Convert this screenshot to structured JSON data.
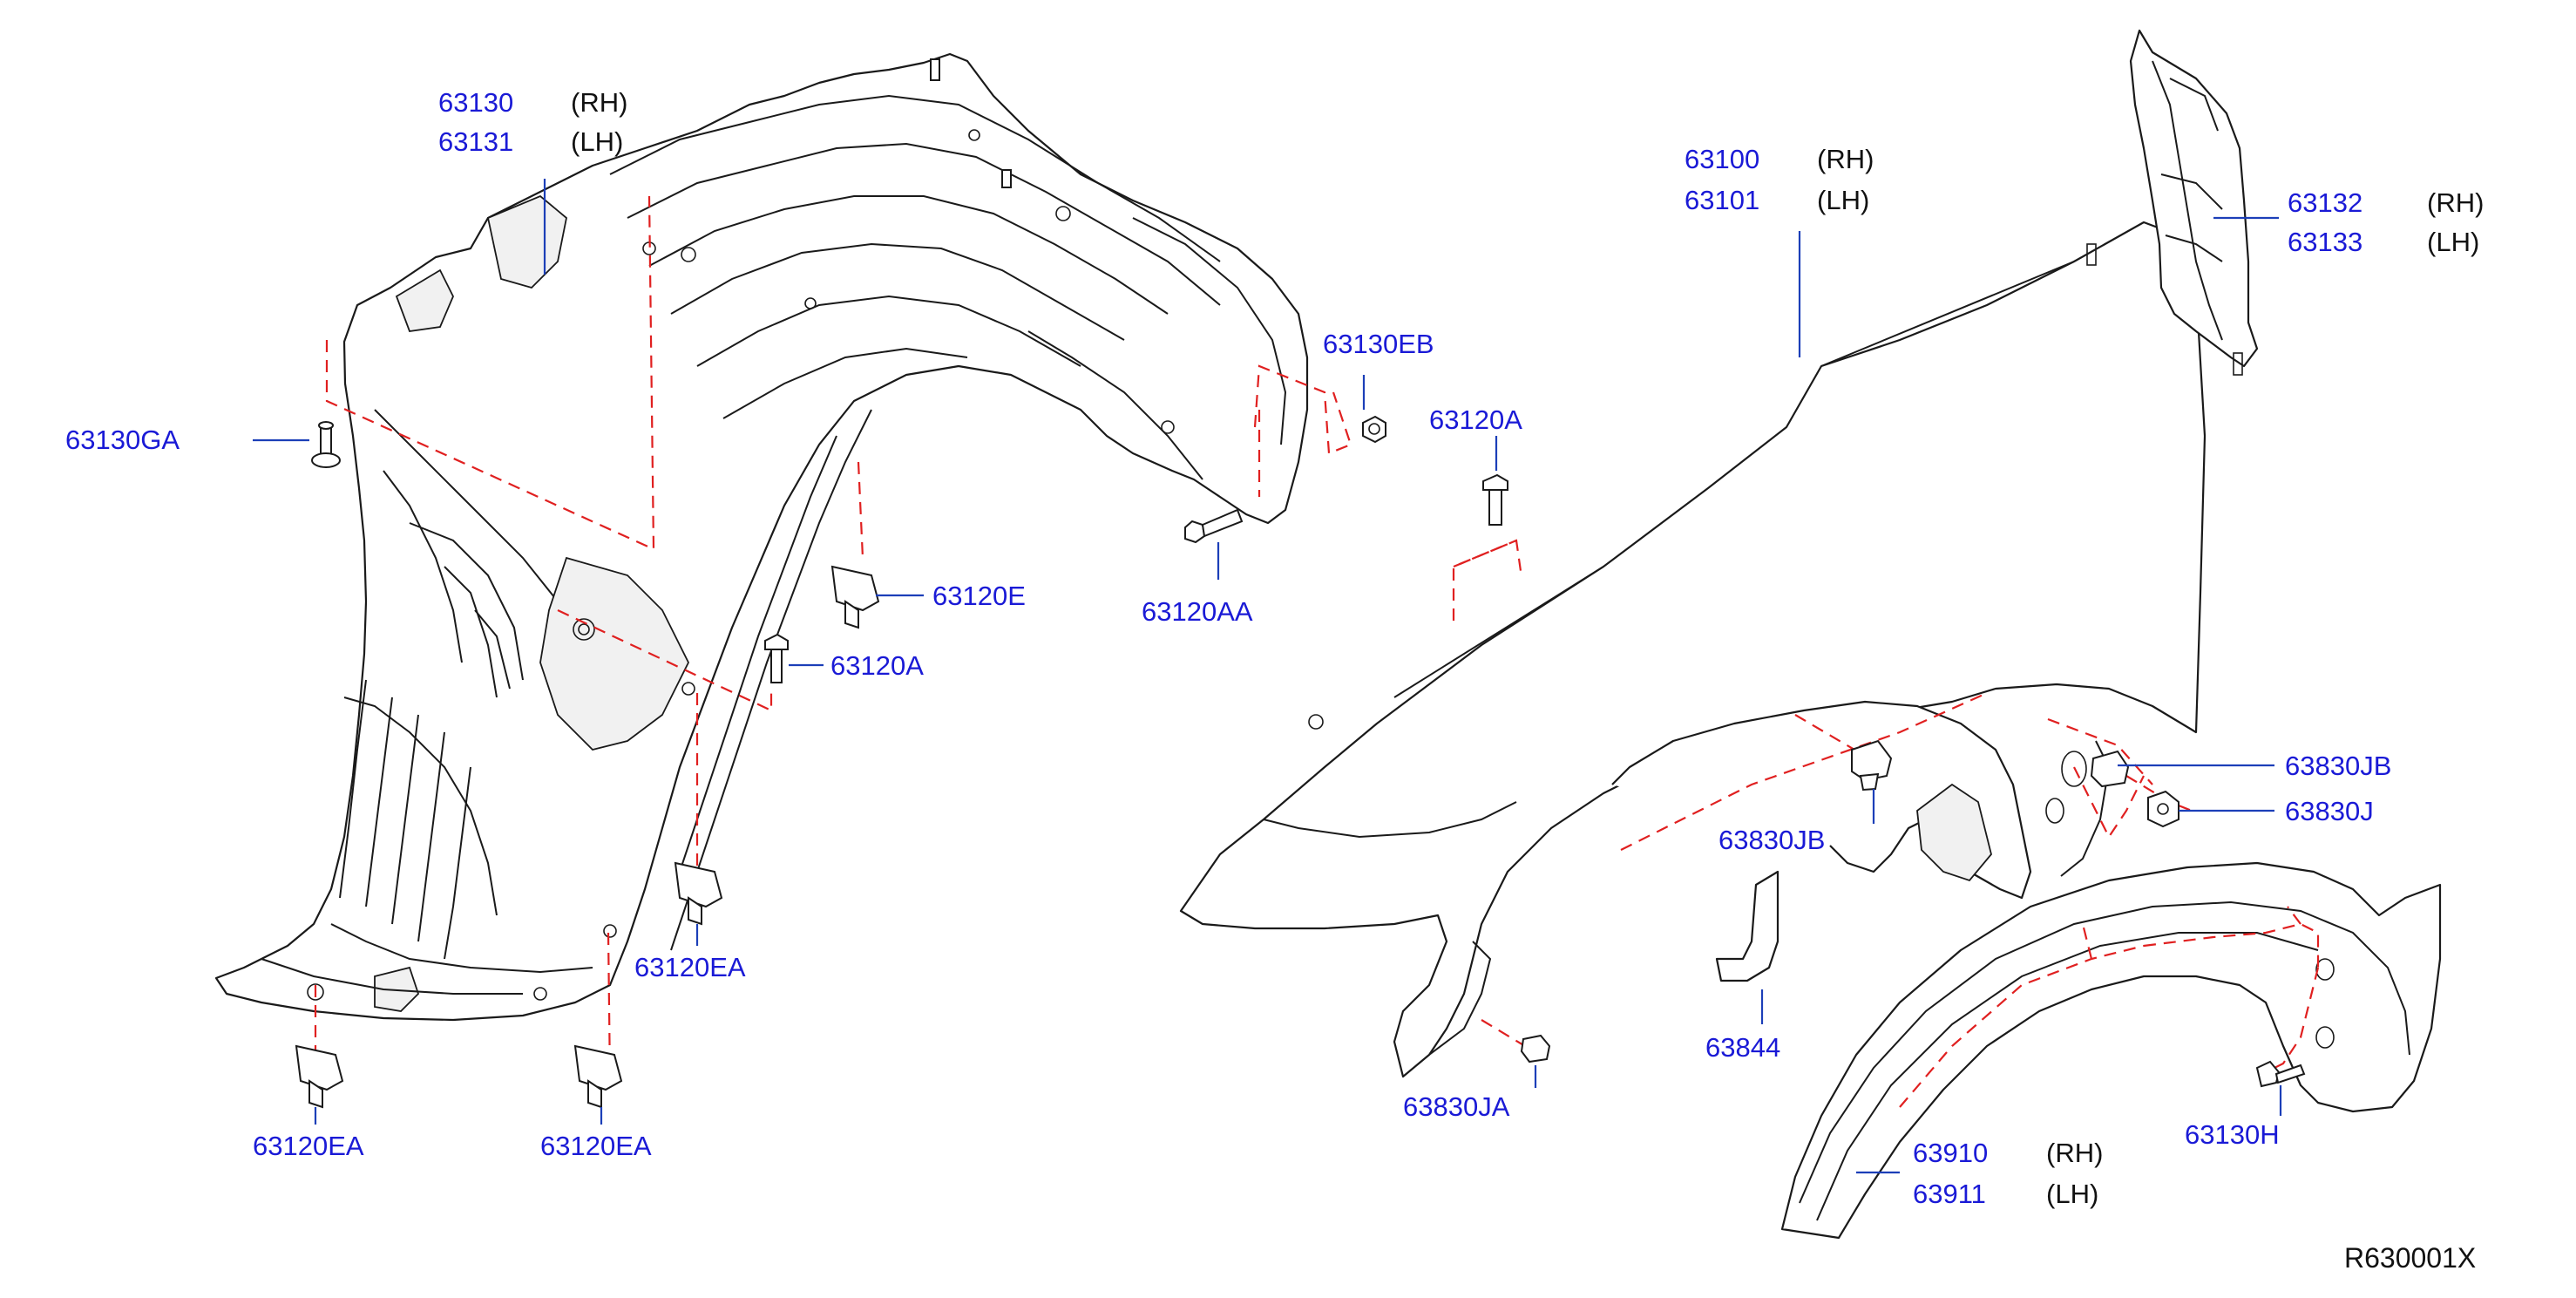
{
  "callouts": {
    "c_63130": {
      "code": "63130",
      "side": "(RH)"
    },
    "c_63131": {
      "code": "63131",
      "side": "(LH)"
    },
    "c_63130GA": {
      "code": "63130GA"
    },
    "c_63130EB": {
      "code": "63130EB"
    },
    "c_63120A_top": {
      "code": "63120A"
    },
    "c_63120E": {
      "code": "63120E"
    },
    "c_63120A_mid": {
      "code": "63120A"
    },
    "c_63120AA": {
      "code": "63120AA"
    },
    "c_63120EA_mid": {
      "code": "63120EA"
    },
    "c_63120EA_left": {
      "code": "63120EA"
    },
    "c_63120EA_right": {
      "code": "63120EA"
    },
    "c_63100": {
      "code": "63100",
      "side": "(RH)"
    },
    "c_63101": {
      "code": "63101",
      "side": "(LH)"
    },
    "c_63132": {
      "code": "63132",
      "side": "(RH)"
    },
    "c_63133": {
      "code": "63133",
      "side": "(LH)"
    },
    "c_63830JB_right": {
      "code": "63830JB"
    },
    "c_63830J": {
      "code": "63830J"
    },
    "c_63830JB_mid": {
      "code": "63830JB"
    },
    "c_63844": {
      "code": "63844"
    },
    "c_63830JA": {
      "code": "63830JA"
    },
    "c_63910": {
      "code": "63910",
      "side": "(RH)"
    },
    "c_63911": {
      "code": "63911",
      "side": "(LH)"
    },
    "c_63130H": {
      "code": "63130H"
    }
  },
  "reference_code": "R630001X",
  "colors": {
    "part_number_text": "#1a1ad6",
    "leader_line": "#1c3fb8",
    "dashed_assembly_line": "#e02020",
    "outline": "#1a1a1a"
  }
}
